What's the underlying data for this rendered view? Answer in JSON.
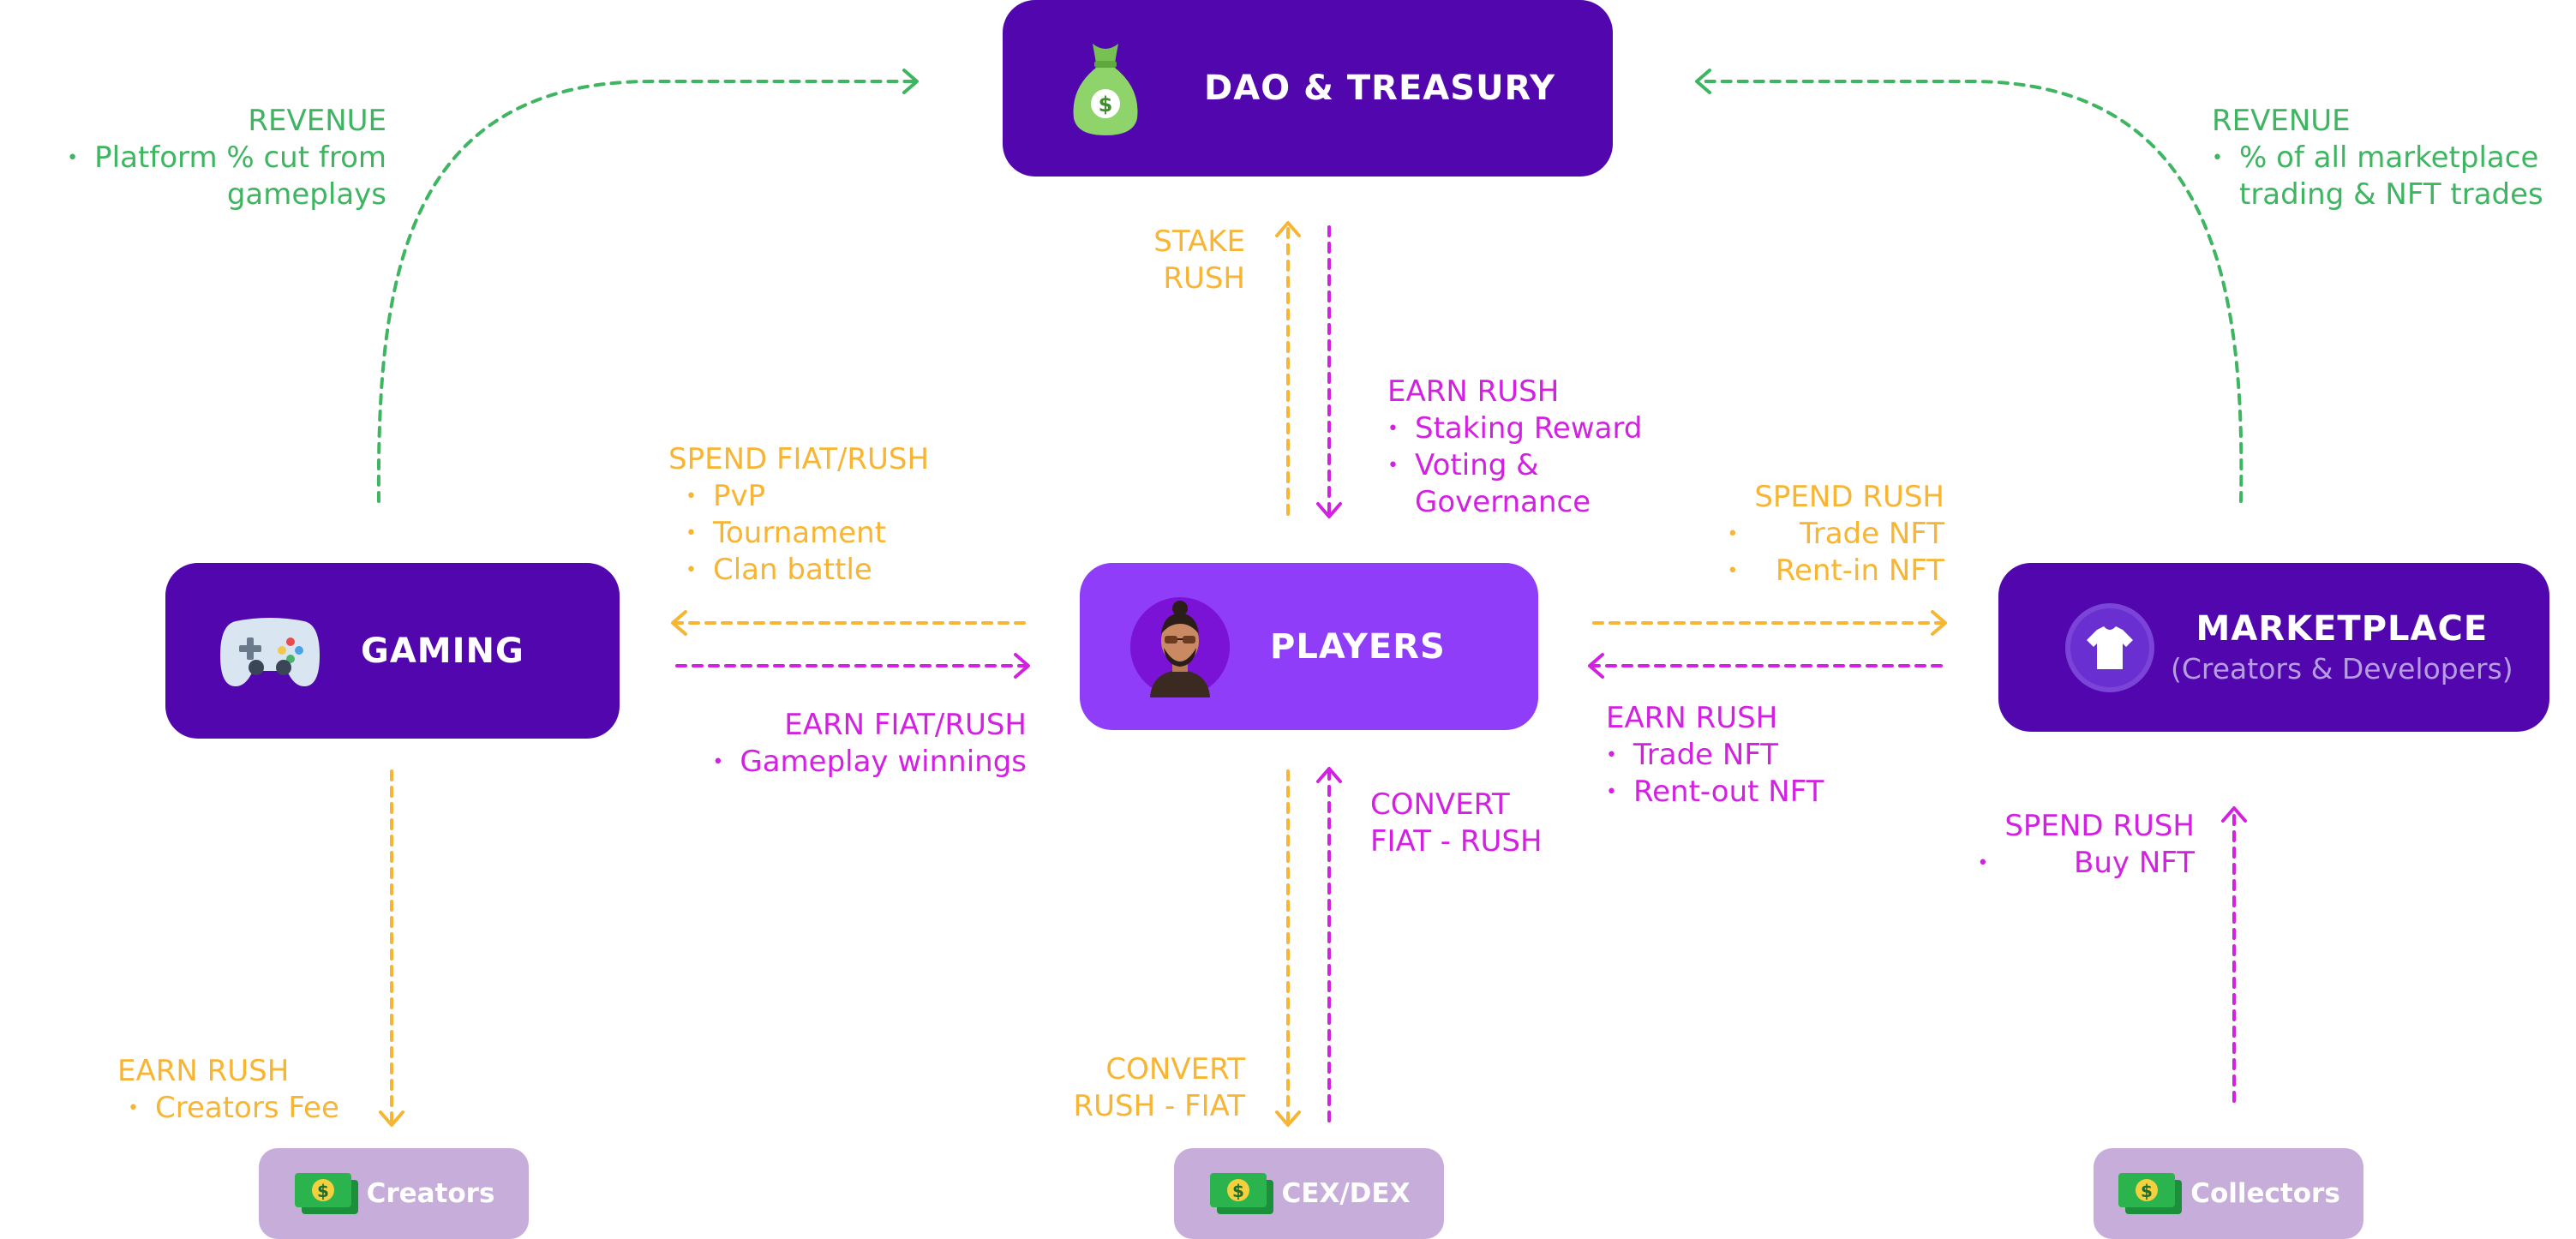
{
  "colors": {
    "node_dark": "#5107AD",
    "node_light": "#8F3DF9",
    "pill": "#C7AEDA",
    "revenue_green": "#3EB560",
    "spend_orange": "#F7B533",
    "earn_magenta": "#D321E2"
  },
  "nodes": {
    "dao": {
      "title": "DAO & TREASURY",
      "icon": "money-bag-icon"
    },
    "gaming": {
      "title": "GAMING",
      "icon": "game-controller-icon"
    },
    "players": {
      "title": "PLAYERS",
      "icon": "player-avatar-icon"
    },
    "marketplace": {
      "title": "MARKETPLACE",
      "subtitle": "(Creators & Developers)",
      "icon": "t-shirt-icon"
    }
  },
  "pills": {
    "creators": {
      "label": "Creators",
      "icon": "cash-icon"
    },
    "cexdex": {
      "label": "CEX/DEX",
      "icon": "cash-icon"
    },
    "collectors": {
      "label": "Collectors",
      "icon": "cash-icon"
    }
  },
  "labels": {
    "revenue_left": {
      "heading": "REVENUE",
      "items": [
        "Platform % cut from",
        "gameplays"
      ]
    },
    "revenue_right": {
      "heading": "REVENUE",
      "items": [
        "% of all marketplace",
        "trading & NFT trades"
      ]
    },
    "stake": {
      "line1": "STAKE",
      "line2": "RUSH"
    },
    "earn_rush_dao": {
      "heading": "EARN RUSH",
      "items": [
        "Staking Reward",
        "Voting &",
        "Governance"
      ]
    },
    "spend_fiat_rush": {
      "heading": "SPEND FIAT/RUSH",
      "items": [
        "PvP",
        "Tournament",
        "Clan battle"
      ]
    },
    "earn_fiat_rush": {
      "heading": "EARN FIAT/RUSH",
      "items": [
        "Gameplay winnings"
      ]
    },
    "spend_rush_market": {
      "heading": "SPEND RUSH",
      "items": [
        "Trade NFT",
        "Rent-in NFT"
      ]
    },
    "earn_rush_market": {
      "heading": "EARN RUSH",
      "items": [
        "Trade NFT",
        "Rent-out NFT"
      ]
    },
    "convert_fiat_rush": {
      "line1": "CONVERT",
      "line2": "FIAT - RUSH"
    },
    "convert_rush_fiat": {
      "line1": "CONVERT",
      "line2": "RUSH - FIAT"
    },
    "earn_rush_creators": {
      "heading": "EARN RUSH",
      "items": [
        "Creators Fee"
      ]
    },
    "spend_rush_collectors": {
      "heading": "SPEND RUSH",
      "items": [
        "Buy NFT"
      ]
    }
  }
}
